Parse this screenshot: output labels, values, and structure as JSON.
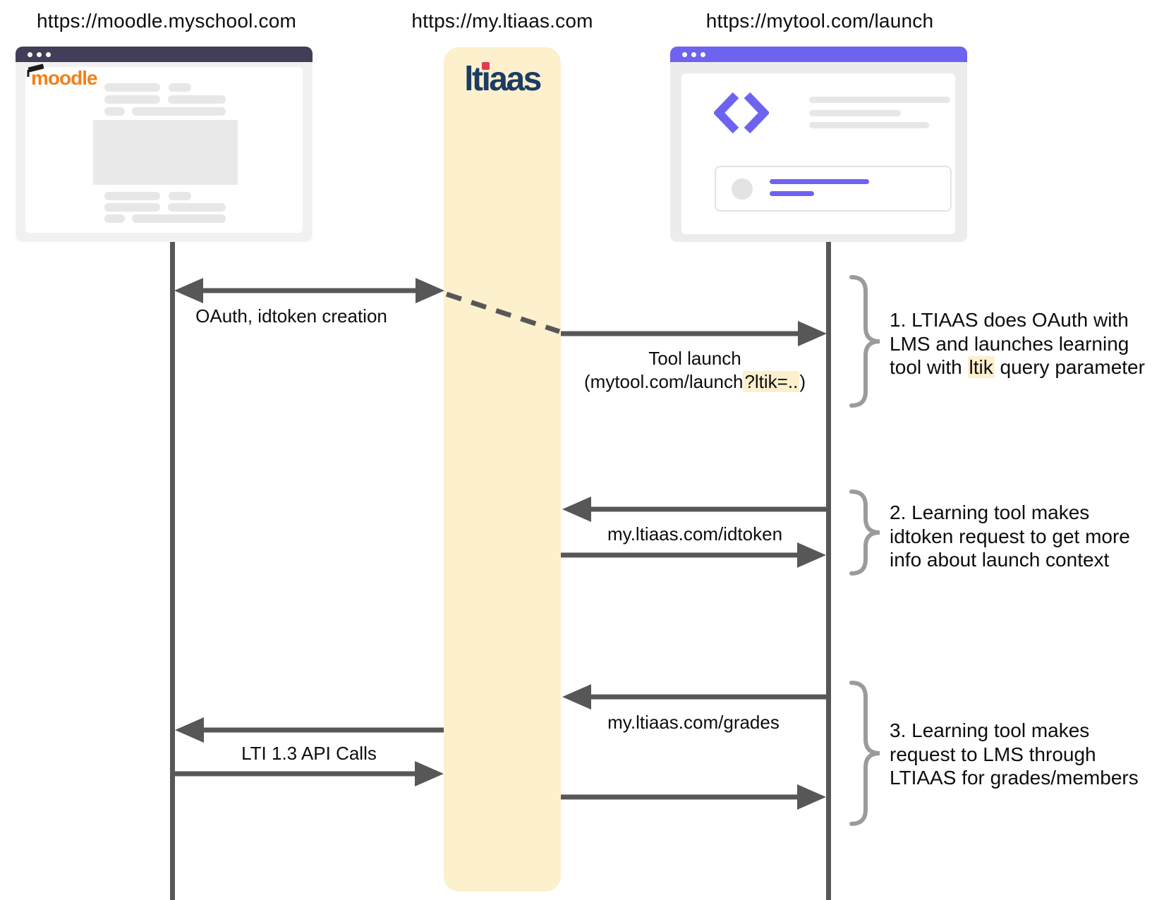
{
  "lanes": [
    {
      "url": "https://moodle.myschool.com"
    },
    {
      "url": "https://my.ltiaas.com"
    },
    {
      "url": "https://mytool.com/launch"
    }
  ],
  "logos": {
    "moodle": "moodle",
    "ltiaas_lt": "lt",
    "ltiaas_i": "ı",
    "ltiaas_aas": "aas"
  },
  "messages": {
    "oauth": "OAuth, idtoken creation",
    "tool_launch_line1": "Tool launch",
    "tool_launch_pre": "(mytool.com/launch",
    "tool_launch_hl": "?ltik=..",
    "tool_launch_post": ")",
    "idtoken": "my.ltiaas.com/idtoken",
    "grades": "my.ltiaas.com/grades",
    "lti_api": "LTI 1.3 API Calls"
  },
  "annotations": [
    {
      "line1": "1. LTIAAS does OAuth with",
      "line2": "LMS and launches learning",
      "line3_pre": "tool with ",
      "line3_hl": "ltik",
      "line3_post": " query parameter"
    },
    {
      "line1": "2. Learning tool makes",
      "line2": "idtoken request to get more",
      "line3": "info about launch context"
    },
    {
      "line1": "3. Learning tool makes",
      "line2": "request to LMS through",
      "line3": "LTIAAS for grades/members"
    }
  ],
  "colors": {
    "band": "#fcf0cd",
    "arrow": "#575757",
    "brace": "#9b9b9b",
    "moodle_titlebar": "#423e59",
    "tool_titlebar": "#6e63f0",
    "moodle_orange": "#f28019",
    "ltiaas_navy": "#1c3c63",
    "ltiaas_red": "#e23a4e"
  }
}
